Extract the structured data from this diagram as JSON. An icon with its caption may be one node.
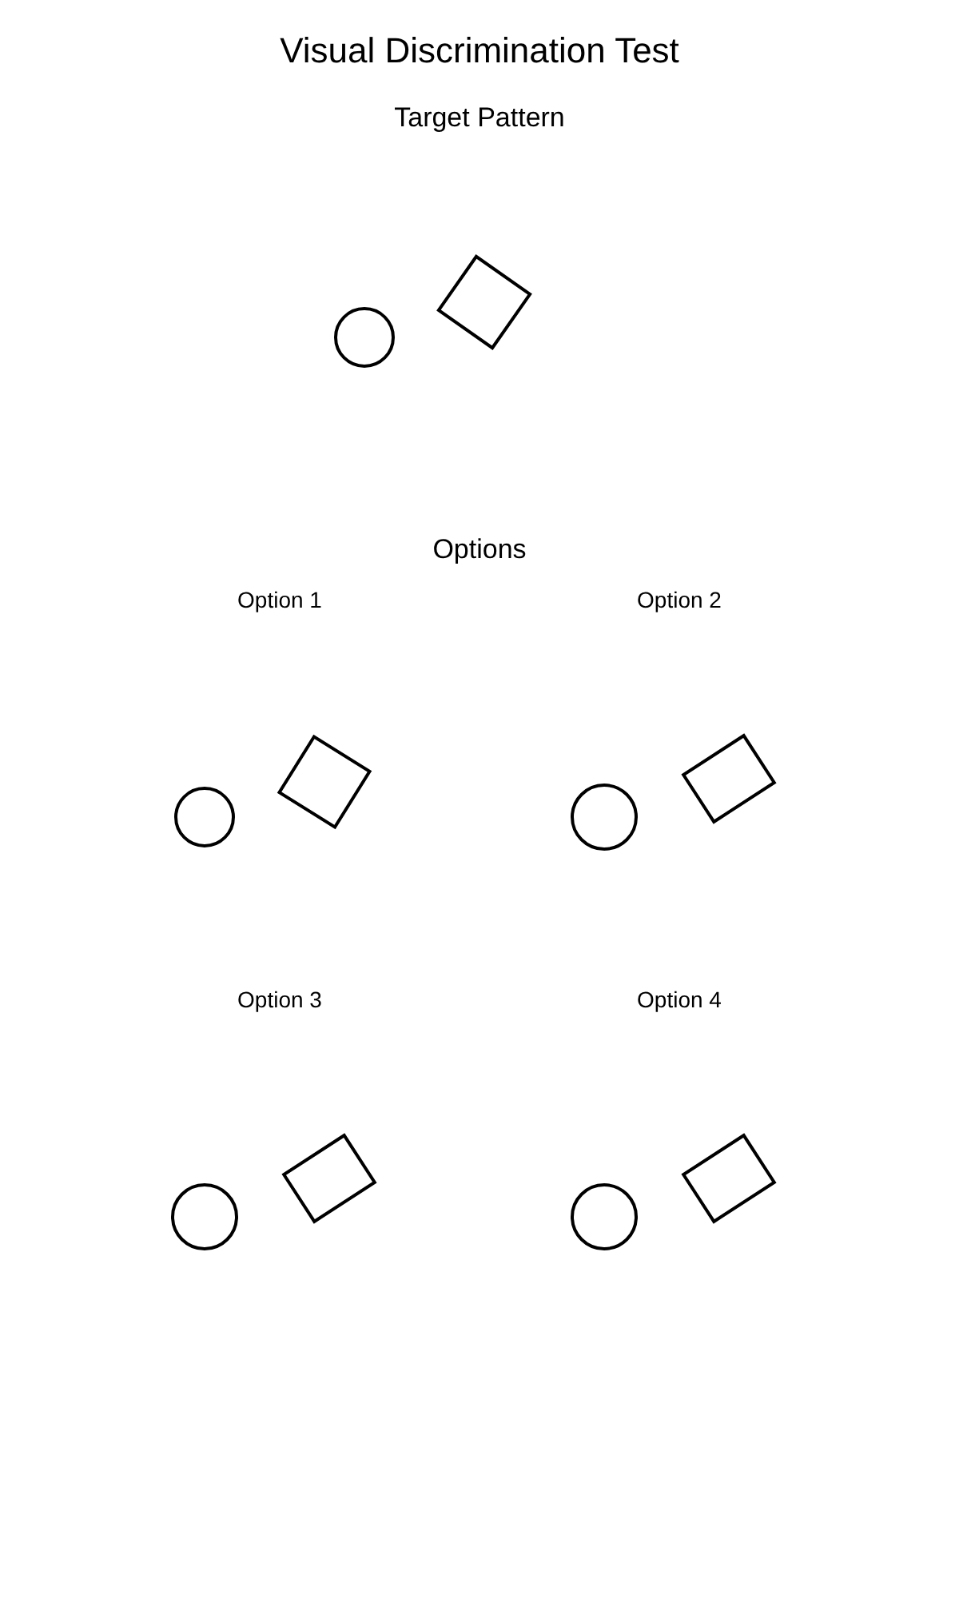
{
  "diagram": {
    "title": "Visual Discrimination Test",
    "labels": [
      "Target Pattern",
      "Options",
      "Option 1",
      "Option 2",
      "Option 3",
      "Option 4"
    ]
  }
}
